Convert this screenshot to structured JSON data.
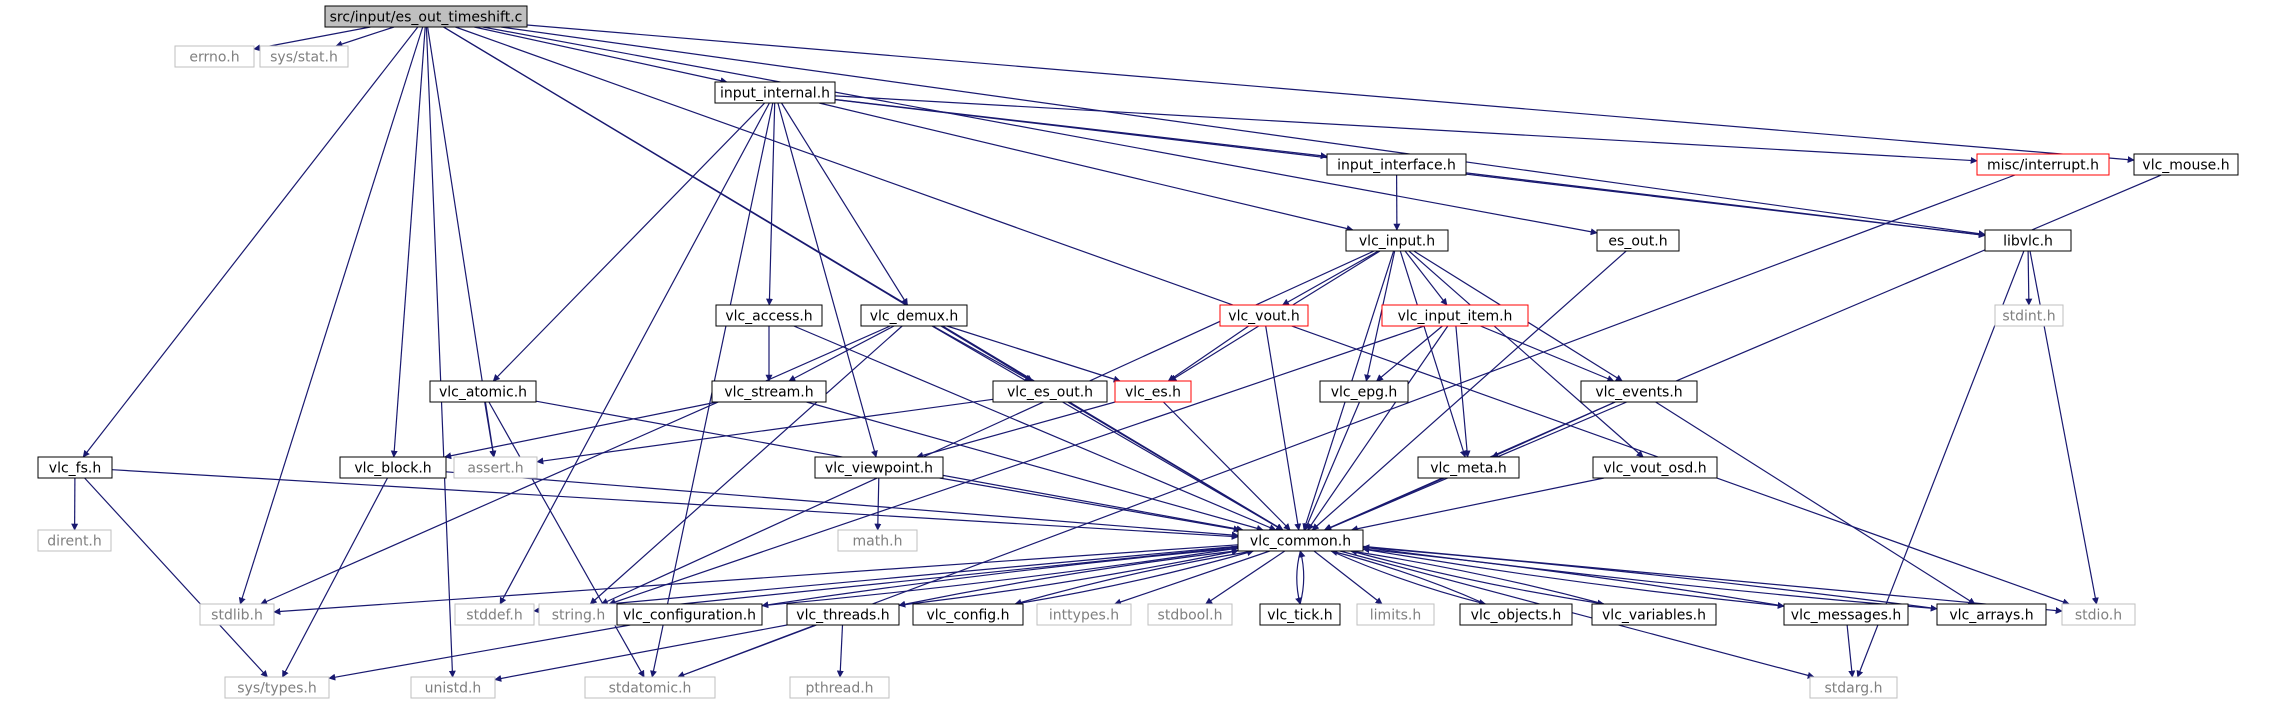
{
  "diagram": {
    "nodes": [
      {
        "id": "es_out_timeshift",
        "label": "src/input/es_out_timeshift.c",
        "style": "root"
      },
      {
        "id": "errno",
        "label": "errno.h",
        "style": "grey"
      },
      {
        "id": "sys_stat",
        "label": "sys/stat.h",
        "style": "grey"
      },
      {
        "id": "input_internal",
        "label": "input_internal.h",
        "style": "normal"
      },
      {
        "id": "misc_interrupt",
        "label": "misc/interrupt.h",
        "style": "red"
      },
      {
        "id": "vlc_mouse",
        "label": "vlc_mouse.h",
        "style": "normal"
      },
      {
        "id": "input_interface",
        "label": "input_interface.h",
        "style": "normal"
      },
      {
        "id": "vlc_input",
        "label": "vlc_input.h",
        "style": "normal"
      },
      {
        "id": "es_out",
        "label": "es_out.h",
        "style": "normal"
      },
      {
        "id": "libvlc",
        "label": "libvlc.h",
        "style": "normal"
      },
      {
        "id": "stdint",
        "label": "stdint.h",
        "style": "grey"
      },
      {
        "id": "vlc_access",
        "label": "vlc_access.h",
        "style": "normal"
      },
      {
        "id": "vlc_demux",
        "label": "vlc_demux.h",
        "style": "normal"
      },
      {
        "id": "vlc_vout",
        "label": "vlc_vout.h",
        "style": "red"
      },
      {
        "id": "vlc_input_item",
        "label": "vlc_input_item.h",
        "style": "red"
      },
      {
        "id": "vlc_atomic",
        "label": "vlc_atomic.h",
        "style": "normal"
      },
      {
        "id": "vlc_stream",
        "label": "vlc_stream.h",
        "style": "normal"
      },
      {
        "id": "vlc_es_out",
        "label": "vlc_es_out.h",
        "style": "normal"
      },
      {
        "id": "vlc_es",
        "label": "vlc_es.h",
        "style": "red"
      },
      {
        "id": "vlc_epg",
        "label": "vlc_epg.h",
        "style": "normal"
      },
      {
        "id": "vlc_events",
        "label": "vlc_events.h",
        "style": "normal"
      },
      {
        "id": "vlc_fs",
        "label": "vlc_fs.h",
        "style": "normal"
      },
      {
        "id": "vlc_block",
        "label": "vlc_block.h",
        "style": "normal"
      },
      {
        "id": "assert",
        "label": "assert.h",
        "style": "grey"
      },
      {
        "id": "vlc_viewpoint",
        "label": "vlc_viewpoint.h",
        "style": "normal"
      },
      {
        "id": "vlc_meta",
        "label": "vlc_meta.h",
        "style": "normal"
      },
      {
        "id": "vlc_vout_osd",
        "label": "vlc_vout_osd.h",
        "style": "normal"
      },
      {
        "id": "dirent",
        "label": "dirent.h",
        "style": "grey"
      },
      {
        "id": "math",
        "label": "math.h",
        "style": "grey"
      },
      {
        "id": "vlc_common",
        "label": "vlc_common.h",
        "style": "normal"
      },
      {
        "id": "stdlib",
        "label": "stdlib.h",
        "style": "grey"
      },
      {
        "id": "stddef",
        "label": "stddef.h",
        "style": "grey"
      },
      {
        "id": "string",
        "label": "string.h",
        "style": "grey"
      },
      {
        "id": "vlc_configuration",
        "label": "vlc_configuration.h",
        "style": "normal"
      },
      {
        "id": "vlc_threads",
        "label": "vlc_threads.h",
        "style": "normal"
      },
      {
        "id": "vlc_config",
        "label": "vlc_config.h",
        "style": "normal"
      },
      {
        "id": "inttypes",
        "label": "inttypes.h",
        "style": "grey"
      },
      {
        "id": "stdbool",
        "label": "stdbool.h",
        "style": "grey"
      },
      {
        "id": "vlc_tick",
        "label": "vlc_tick.h",
        "style": "normal"
      },
      {
        "id": "limits",
        "label": "limits.h",
        "style": "grey"
      },
      {
        "id": "vlc_objects",
        "label": "vlc_objects.h",
        "style": "normal"
      },
      {
        "id": "vlc_variables",
        "label": "vlc_variables.h",
        "style": "normal"
      },
      {
        "id": "vlc_messages",
        "label": "vlc_messages.h",
        "style": "normal"
      },
      {
        "id": "vlc_arrays",
        "label": "vlc_arrays.h",
        "style": "normal"
      },
      {
        "id": "stdio",
        "label": "stdio.h",
        "style": "grey"
      },
      {
        "id": "sys_types",
        "label": "sys/types.h",
        "style": "grey"
      },
      {
        "id": "unistd",
        "label": "unistd.h",
        "style": "grey"
      },
      {
        "id": "stdatomic",
        "label": "stdatomic.h",
        "style": "grey"
      },
      {
        "id": "pthread",
        "label": "pthread.h",
        "style": "grey"
      },
      {
        "id": "stdarg",
        "label": "stdarg.h",
        "style": "grey"
      }
    ],
    "edges": [
      [
        "es_out_timeshift",
        "errno"
      ],
      [
        "es_out_timeshift",
        "sys_stat"
      ],
      [
        "es_out_timeshift",
        "input_internal"
      ],
      [
        "es_out_timeshift",
        "vlc_mouse"
      ],
      [
        "es_out_timeshift",
        "es_out"
      ],
      [
        "es_out_timeshift",
        "vlc_fs"
      ],
      [
        "es_out_timeshift",
        "stdlib"
      ],
      [
        "es_out_timeshift",
        "vlc_block"
      ],
      [
        "es_out_timeshift",
        "assert"
      ],
      [
        "es_out_timeshift",
        "vlc_es_out"
      ],
      [
        "es_out_timeshift",
        "vlc_common"
      ],
      [
        "es_out_timeshift",
        "unistd"
      ],
      [
        "es_out_timeshift",
        "stdio"
      ],
      [
        "es_out_timeshift",
        "libvlc"
      ],
      [
        "input_internal",
        "misc_interrupt"
      ],
      [
        "input_internal",
        "input_interface"
      ],
      [
        "input_internal",
        "vlc_input"
      ],
      [
        "input_internal",
        "libvlc"
      ],
      [
        "input_internal",
        "vlc_access"
      ],
      [
        "input_internal",
        "vlc_demux"
      ],
      [
        "input_internal",
        "vlc_atomic"
      ],
      [
        "input_internal",
        "vlc_viewpoint"
      ],
      [
        "input_internal",
        "stddef"
      ],
      [
        "input_internal",
        "stdatomic"
      ],
      [
        "misc_interrupt",
        "stdatomic"
      ],
      [
        "vlc_mouse",
        "vlc_common"
      ],
      [
        "input_interface",
        "vlc_input"
      ],
      [
        "input_interface",
        "libvlc"
      ],
      [
        "vlc_input",
        "vlc_es"
      ],
      [
        "vlc_input",
        "vlc_vout"
      ],
      [
        "vlc_input",
        "vlc_input_item"
      ],
      [
        "vlc_input",
        "vlc_epg"
      ],
      [
        "vlc_input",
        "vlc_events"
      ],
      [
        "vlc_input",
        "vlc_meta"
      ],
      [
        "vlc_input",
        "vlc_vout_osd"
      ],
      [
        "vlc_input",
        "string"
      ],
      [
        "vlc_input",
        "vlc_common"
      ],
      [
        "es_out",
        "vlc_common"
      ],
      [
        "libvlc",
        "stdint"
      ],
      [
        "libvlc",
        "stdio"
      ],
      [
        "libvlc",
        "stdarg"
      ],
      [
        "vlc_access",
        "vlc_stream"
      ],
      [
        "vlc_access",
        "vlc_common"
      ],
      [
        "vlc_demux",
        "vlc_stream"
      ],
      [
        "vlc_demux",
        "vlc_es_out"
      ],
      [
        "vlc_demux",
        "vlc_es"
      ],
      [
        "vlc_demux",
        "stdlib"
      ],
      [
        "vlc_demux",
        "string"
      ],
      [
        "vlc_demux",
        "vlc_common"
      ],
      [
        "vlc_vout",
        "vlc_es"
      ],
      [
        "vlc_vout",
        "vlc_common"
      ],
      [
        "vlc_input_item",
        "vlc_epg"
      ],
      [
        "vlc_input_item",
        "vlc_events"
      ],
      [
        "vlc_input_item",
        "vlc_meta"
      ],
      [
        "vlc_input_item",
        "string"
      ],
      [
        "vlc_input_item",
        "vlc_common"
      ],
      [
        "vlc_atomic",
        "assert"
      ],
      [
        "vlc_atomic",
        "stdatomic"
      ],
      [
        "vlc_atomic",
        "vlc_common"
      ],
      [
        "vlc_stream",
        "vlc_block"
      ],
      [
        "vlc_stream",
        "vlc_common"
      ],
      [
        "vlc_es_out",
        "assert"
      ],
      [
        "vlc_es_out",
        "vlc_common"
      ],
      [
        "vlc_es",
        "vlc_viewpoint"
      ],
      [
        "vlc_es",
        "vlc_common"
      ],
      [
        "vlc_epg",
        "vlc_common"
      ],
      [
        "vlc_events",
        "vlc_meta"
      ],
      [
        "vlc_events",
        "vlc_common"
      ],
      [
        "vlc_events",
        "vlc_arrays"
      ],
      [
        "vlc_fs",
        "dirent"
      ],
      [
        "vlc_fs",
        "sys_types"
      ],
      [
        "vlc_fs",
        "vlc_common"
      ],
      [
        "vlc_block",
        "sys_types"
      ],
      [
        "vlc_block",
        "vlc_common"
      ],
      [
        "vlc_viewpoint",
        "math"
      ],
      [
        "vlc_viewpoint",
        "vlc_common"
      ],
      [
        "vlc_meta",
        "vlc_common"
      ],
      [
        "vlc_vout_osd",
        "vlc_common"
      ],
      [
        "vlc_common",
        "stdlib"
      ],
      [
        "vlc_common",
        "stddef"
      ],
      [
        "vlc_common",
        "string"
      ],
      [
        "vlc_common",
        "vlc_configuration"
      ],
      [
        "vlc_common",
        "vlc_threads"
      ],
      [
        "vlc_common",
        "vlc_config"
      ],
      [
        "vlc_common",
        "inttypes"
      ],
      [
        "vlc_common",
        "stdbool"
      ],
      [
        "vlc_common",
        "vlc_tick"
      ],
      [
        "vlc_common",
        "limits"
      ],
      [
        "vlc_common",
        "vlc_objects"
      ],
      [
        "vlc_common",
        "vlc_variables"
      ],
      [
        "vlc_common",
        "vlc_messages"
      ],
      [
        "vlc_common",
        "vlc_arrays"
      ],
      [
        "vlc_common",
        "stdio"
      ],
      [
        "vlc_common",
        "stdarg"
      ],
      [
        "vlc_configuration",
        "vlc_common"
      ],
      [
        "vlc_configuration",
        "sys_types"
      ],
      [
        "vlc_threads",
        "vlc_common"
      ],
      [
        "vlc_threads",
        "unistd"
      ],
      [
        "vlc_threads",
        "stdatomic"
      ],
      [
        "vlc_threads",
        "pthread"
      ],
      [
        "vlc_config",
        "vlc_common"
      ],
      [
        "vlc_tick",
        "vlc_common"
      ],
      [
        "vlc_objects",
        "vlc_common"
      ],
      [
        "vlc_variables",
        "vlc_common"
      ],
      [
        "vlc_messages",
        "vlc_common"
      ],
      [
        "vlc_messages",
        "stdarg"
      ],
      [
        "vlc_arrays",
        "vlc_common"
      ]
    ]
  },
  "colors": {
    "edge": "#191970",
    "normal_border": "#000000",
    "grey_border": "#bfbfbf",
    "grey_text": "#808080",
    "red_border": "#ff0000",
    "root_fill": "#bfbfbf",
    "text": "#000000"
  }
}
